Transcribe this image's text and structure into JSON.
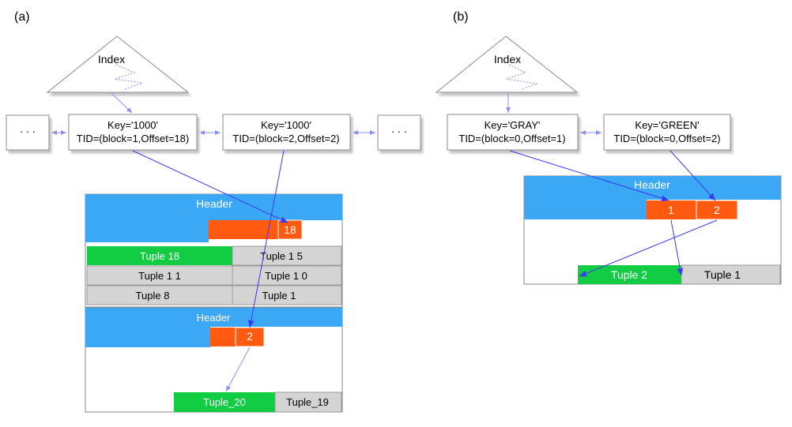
{
  "panel_a": {
    "label": "(a)",
    "index_label": "Index",
    "ellipsis_left": ". . .",
    "ellipsis_right": ". . .",
    "entry_1": {
      "key": "Key='1000'",
      "tid": "TID=(block=1,Offset=18)"
    },
    "entry_2": {
      "key": "Key='1000'",
      "tid": "TID=(block=2,Offset=2)"
    },
    "page_1": {
      "header": "Header",
      "slot": "18",
      "tuples": [
        "Tuple 18",
        "Tuple 1 5",
        "Tuple 1 1",
        "Tuple 1 0",
        "Tuple 8",
        "Tuple 1"
      ]
    },
    "page_2": {
      "header": "Header",
      "slot": "2",
      "tuples": [
        "Tuple_20",
        "Tuple_19"
      ]
    }
  },
  "panel_b": {
    "label": "(b)",
    "index_label": "Index",
    "entry_1": {
      "key": "Key='GRAY'",
      "tid": "TID=(block=0,Offset=1)"
    },
    "entry_2": {
      "key": "Key='GREEN'",
      "tid": "TID=(block=0,Offset=2)"
    },
    "page": {
      "header": "Header",
      "slot_1": "1",
      "slot_2": "2",
      "tuples": [
        "Tuple 2",
        "Tuple 1"
      ]
    }
  },
  "colors": {
    "header_blue": "#3ba8f5",
    "slot_orange": "#ff5a0f",
    "tuple_green": "#12cc44",
    "tuple_gray": "#d4d4d4",
    "arrow_blue": "#3b3bf5",
    "link_lavender": "#8f8fef"
  }
}
